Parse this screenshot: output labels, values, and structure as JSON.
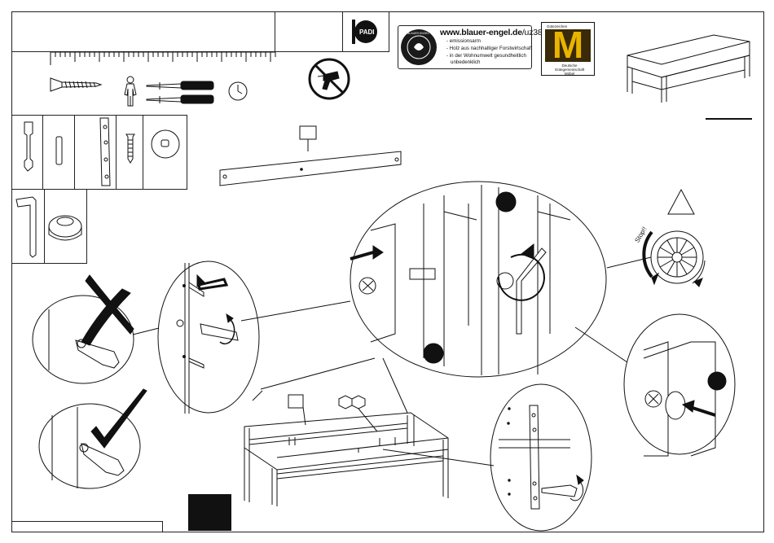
{
  "certification": {
    "url_main": "www.blauer-engel.de",
    "url_suffix": "/uz38",
    "bullets": [
      "emissionsarm",
      "Holz aus nachhaltiger Forstwirtschaft",
      "in der Wohnumwelt gesundheitlich",
      "unbedenklich"
    ],
    "seal_text": "BLAUER ENGEL"
  },
  "quality_mark": {
    "title": "Gütezeichen",
    "letter": "M",
    "caption_lines": [
      "Deutsche",
      "Gütegemeinschaft",
      "Möbel"
    ]
  },
  "brand": {
    "logo_text": "PADI"
  },
  "hardware": {
    "click_label": "Stop!!"
  },
  "colors": {
    "ink": "#111111",
    "quality_yellow": "#e8b400",
    "quality_bg": "#3a2a08",
    "seal_dark": "#1a1a1a"
  },
  "icons": [
    "screw-icon",
    "person-icon",
    "screwdriver-icon",
    "clock-icon",
    "no-drill-icon",
    "warning-triangle-icon",
    "rotate-arrow-icon",
    "cross-mark-icon",
    "check-mark-icon"
  ]
}
